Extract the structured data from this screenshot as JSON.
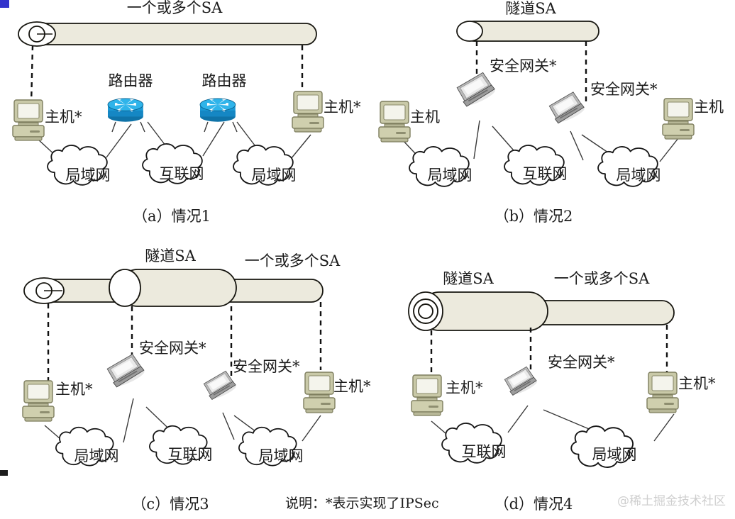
{
  "figure": {
    "title_note": "说明：*表示实现了IPSec",
    "watermark": "@稀土掘金技术社区",
    "marker_blue_color": "#3333cc",
    "marker_black_color": "#1d1d1d",
    "pipe_fill": "#eceadd",
    "router_color": "#1b9ad6",
    "host_color": "#c9c9a8",
    "gateway_color": "#9a9a9a"
  },
  "panels": [
    {
      "id": "a",
      "caption": "（a）情况1",
      "sa_labels": [
        "一个或多个SA"
      ],
      "nodes": [
        {
          "type": "host",
          "label": "主机*"
        },
        {
          "type": "router",
          "label": "路由器"
        },
        {
          "type": "router",
          "label": "路由器"
        },
        {
          "type": "host",
          "label": "主机*"
        }
      ],
      "clouds": [
        "局域网",
        "互联网",
        "局域网"
      ]
    },
    {
      "id": "b",
      "caption": "（b）情况2",
      "sa_labels": [
        "隧道SA"
      ],
      "nodes": [
        {
          "type": "host",
          "label": "主机"
        },
        {
          "type": "gateway",
          "label": "安全网关*"
        },
        {
          "type": "gateway",
          "label": "安全网关*"
        },
        {
          "type": "host",
          "label": "主机"
        }
      ],
      "clouds": [
        "局域网",
        "互联网",
        "局域网"
      ]
    },
    {
      "id": "c",
      "caption": "（c）情况3",
      "sa_labels": [
        "隧道SA",
        "一个或多个SA"
      ],
      "nodes": [
        {
          "type": "host",
          "label": "主机*"
        },
        {
          "type": "gateway",
          "label": "安全网关*"
        },
        {
          "type": "gateway",
          "label": "安全网关*"
        },
        {
          "type": "host",
          "label": "主机*"
        }
      ],
      "clouds": [
        "局域网",
        "互联网",
        "局域网"
      ]
    },
    {
      "id": "d",
      "caption": "（d）情况4",
      "sa_labels": [
        "隧道SA",
        "一个或多个SA"
      ],
      "nodes": [
        {
          "type": "host",
          "label": "主机*"
        },
        {
          "type": "gateway",
          "label": "安全网关*"
        },
        {
          "type": "host",
          "label": "主机*"
        }
      ],
      "clouds": [
        "互联网",
        "局域网"
      ]
    }
  ],
  "icons": {
    "host": "desktop-computer-icon",
    "router": "cisco-router-icon",
    "gateway": "laptop-gateway-icon",
    "cloud": "network-cloud-icon",
    "pipe": "sa-tunnel-pipe-icon"
  }
}
